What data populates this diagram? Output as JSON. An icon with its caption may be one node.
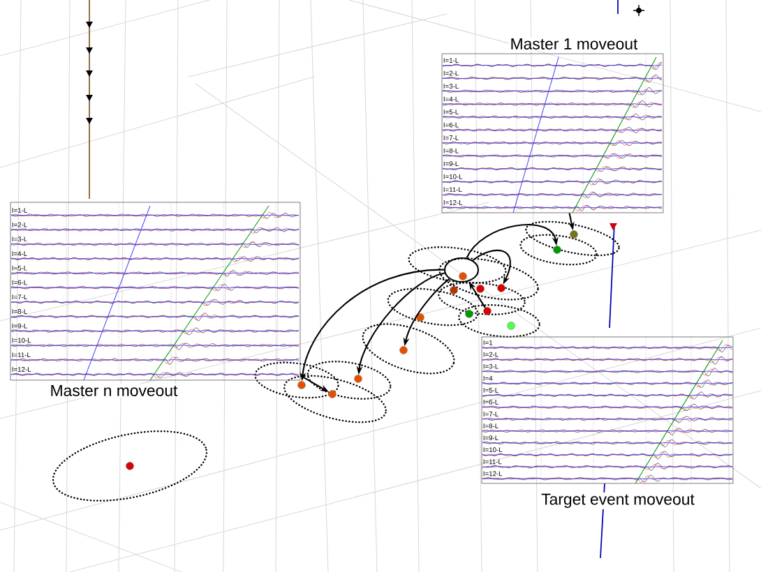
{
  "diagram": {
    "nodes": [
      {
        "text": [
          "Master 1 moveout"
        ]
      },
      {
        "text": [
          "Master n moveout"
        ]
      },
      {
        "text": [
          "Target event moveout"
        ]
      },
      {
        "text": [],
        "shape": "ellipse"
      },
      {
        "text": [],
        "shape": "circle",
        "in": 3
      },
      {
        "text": [],
        "shape": "circle"
      },
      {
        "text": [],
        "shape": "circle"
      },
      {
        "text": [],
        "shape": "circle"
      },
      {
        "text": [],
        "shape": "circle"
      },
      {
        "text": [],
        "shape": "circle"
      },
      {
        "text": [],
        "shape": "circle"
      },
      {
        "text": [],
        "shape": "circle"
      },
      {
        "text": [],
        "shape": "circle"
      },
      {
        "text": [],
        "shape": "circle"
      },
      {
        "text": [],
        "shape": "circle"
      },
      {
        "text": [],
        "shape": "circle"
      },
      {
        "text": [],
        "shape": "circle"
      },
      {
        "text": [],
        "shape": "circle"
      },
      {
        "text": [],
        "shape": "circle"
      }
    ],
    "edges": [
      {
        "from": 3,
        "to": 6,
        "arrow": "to"
      },
      {
        "from": 3,
        "to": 7,
        "arrow": "to"
      },
      {
        "from": 3,
        "to": 16,
        "arrow": "to"
      },
      {
        "from": 3,
        "to": 15,
        "arrow": "to"
      },
      {
        "from": 3,
        "to": 14,
        "arrow": "to"
      },
      {
        "from": 10,
        "to": 3,
        "arrow": "to"
      },
      {
        "from": 1,
        "to": 17,
        "arrow": "to"
      },
      {
        "from": 0,
        "to": 5,
        "arrow": "to"
      }
    ],
    "labels": [
      "I=1-L",
      "I=2-L",
      "I=3-L",
      "I=4-L",
      "I=5-L",
      "I=6-L",
      "I=7-L",
      "I=8-L",
      "I=9-L",
      "I=10-L",
      "I=11-L",
      "I=12-L",
      "I=1-L",
      "I=2-L",
      "I=3-L",
      "I=4-L",
      "I=5-L",
      "I=6-L",
      "I=7-L",
      "I=8-L",
      "I=9-L",
      "I=10-L",
      "I=11-L",
      "I=12-L",
      "I=1",
      "I=2-L",
      "I=3-L",
      "I=4",
      "I=5-L",
      "I=6-L",
      "I=7-L",
      "I=8-L",
      "I=9-L",
      "I=10-L",
      "I=11-L",
      "I=12-L"
    ]
  }
}
